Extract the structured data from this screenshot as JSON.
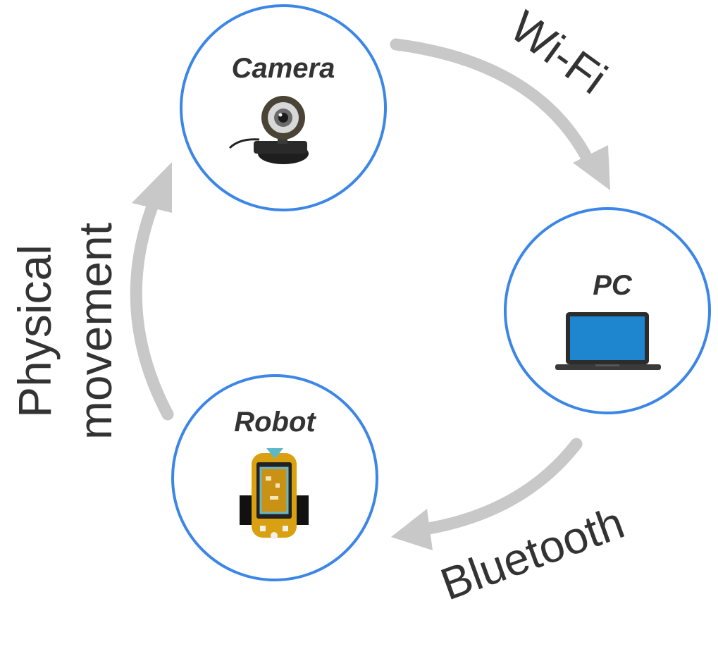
{
  "nodes": {
    "camera": {
      "label": "Camera",
      "icon": "webcam-icon"
    },
    "pc": {
      "label": "PC",
      "icon": "laptop-icon"
    },
    "robot": {
      "label": "Robot",
      "icon": "robot-icon"
    }
  },
  "edges": {
    "wifi": {
      "label": "Wi-Fi",
      "from": "Camera",
      "to": "PC"
    },
    "bluetooth": {
      "label": "Bluetooth",
      "from": "PC",
      "to": "Robot"
    },
    "movement": {
      "line1": "Physical",
      "line2": "movement",
      "from": "Robot",
      "to": "Camera"
    }
  },
  "colors": {
    "circle_stroke": "#3b86e6",
    "arrow": "#c8c8c8",
    "text": "#333333",
    "robot_body": "#d9a012",
    "laptop_screen": "#1d86cf"
  }
}
